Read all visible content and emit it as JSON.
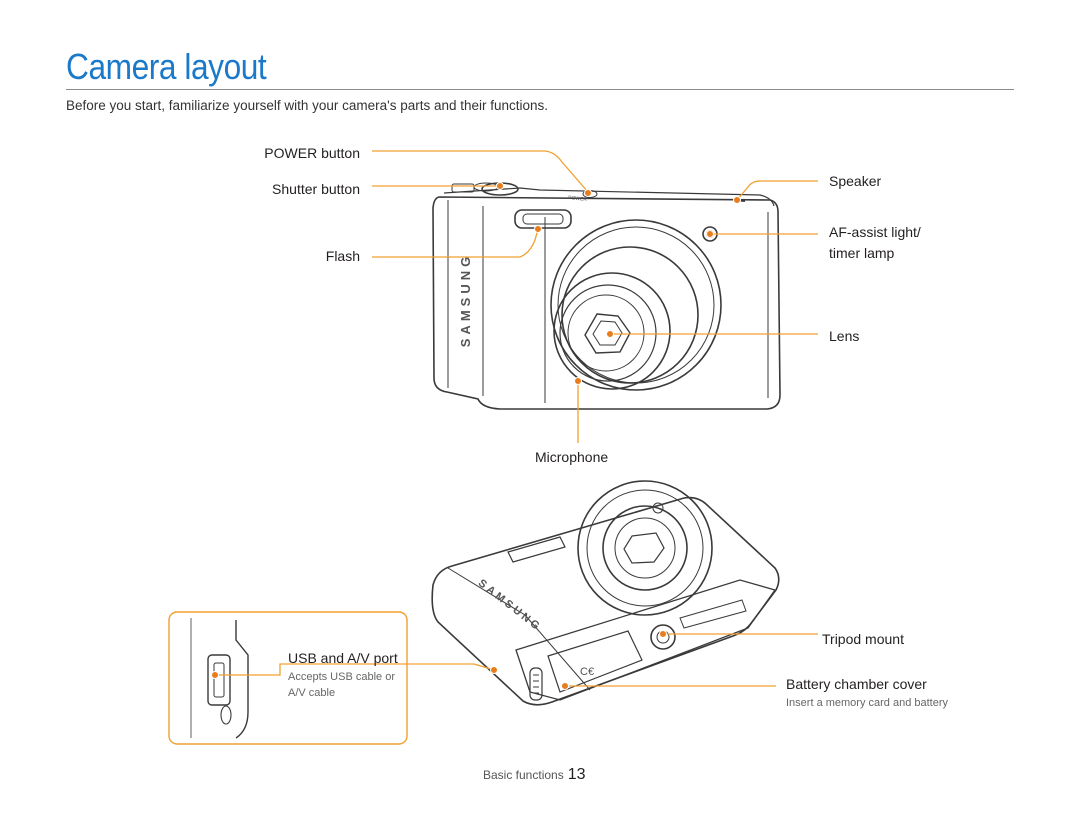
{
  "title": "Camera layout",
  "intro": "Before you start, familiarize yourself with your camera's parts and their functions.",
  "callouts": {
    "power": "POWER button",
    "shutter": "Shutter button",
    "flash": "Flash",
    "speaker": "Speaker",
    "af_line1": "AF-assist light/",
    "af_line2": "timer lamp",
    "lens": "Lens",
    "microphone": "Microphone",
    "tripod": "Tripod mount",
    "usb": "USB and A/V port",
    "usb_sub_line1": "Accepts USB cable or",
    "usb_sub_line2": "A/V cable",
    "battery": "Battery chamber cover",
    "battery_sub": "Insert a memory card and battery"
  },
  "camera_branding": "SAMSUNG",
  "camera_power_marking": "POWER",
  "footer": {
    "section": "Basic functions",
    "page": "13"
  },
  "colors": {
    "title": "#1a7ac9",
    "callout_line": "#f0a030",
    "callout_dot": "#e87d1e",
    "inset_border": "#f0a030"
  }
}
